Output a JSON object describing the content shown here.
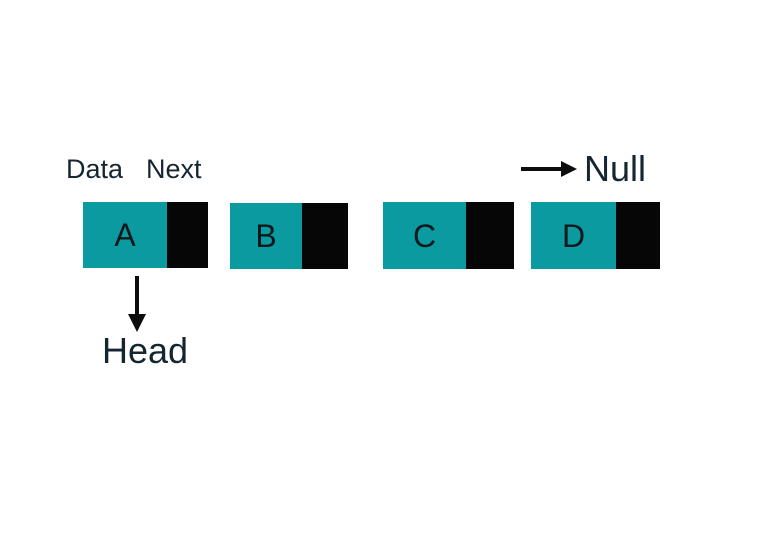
{
  "labels": {
    "data": "Data",
    "next": "Next",
    "head": "Head",
    "null": "Null"
  },
  "nodes": [
    {
      "letter": "A"
    },
    {
      "letter": "B"
    },
    {
      "letter": "C"
    },
    {
      "letter": "D"
    }
  ],
  "colors": {
    "background": "#ffffff",
    "node-data-fill": "#0b9aa0",
    "node-next-fill": "#060606",
    "label-text": "#152630",
    "node-text": "#0d181c",
    "arrow": "#0d0d0d"
  }
}
